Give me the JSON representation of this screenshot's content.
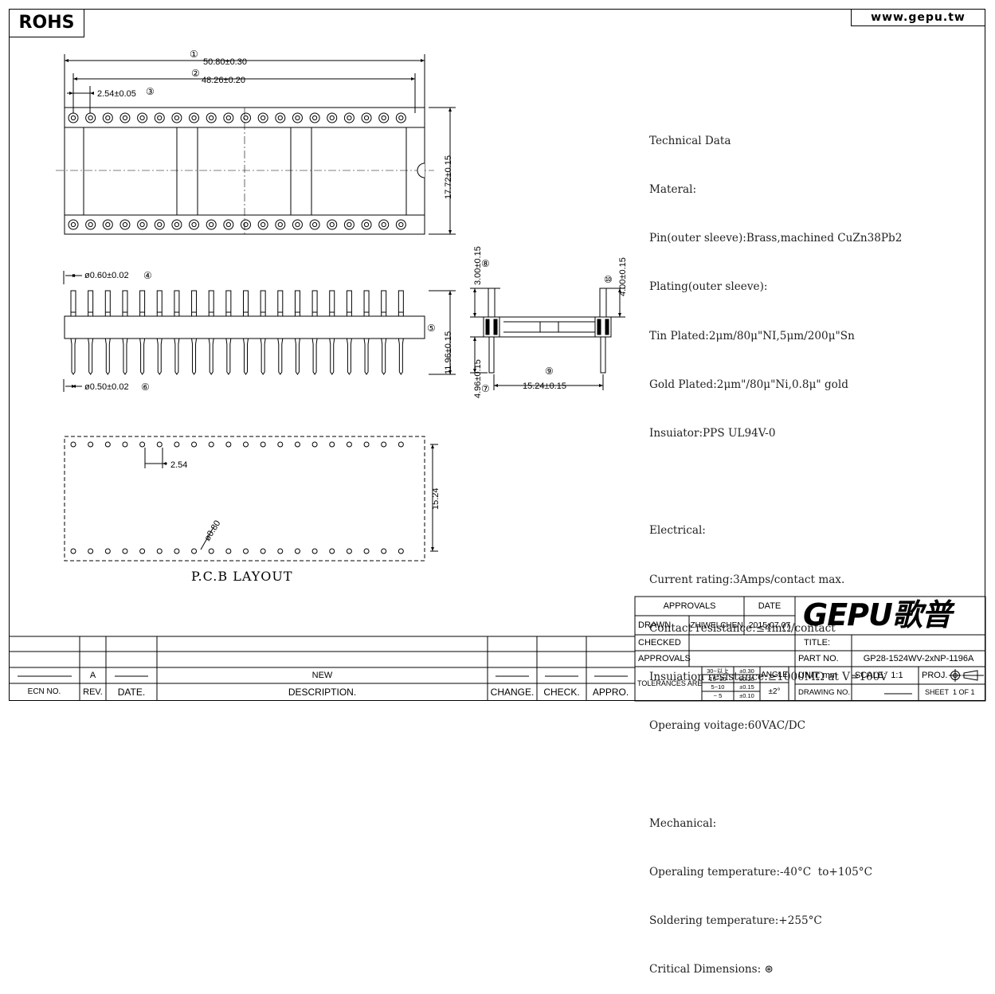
{
  "header": {
    "rohs": "ROHS",
    "website": "www.gepu.tw"
  },
  "dims": {
    "d1": "50.80±0.30",
    "d2": "48.26±0.20",
    "d3": "2.54±0.05",
    "height": "17.72±0.15",
    "d4": "ø0.60±0.02",
    "d6": "ø0.50±0.02",
    "d5": "11.96±0.15",
    "d8": "3.00±0.15",
    "d7": "4.96±0.15",
    "d9": "15.24±0.15",
    "d10": "4.00±0.15",
    "pcb_pitch": "2.54",
    "pcb_width": "15.24",
    "pcb_hole": "ø0.80"
  },
  "markers": {
    "m1": "①",
    "m2": "②",
    "m3": "③",
    "m4": "④",
    "m5": "⑤",
    "m6": "⑥",
    "m7": "⑦",
    "m8": "⑧",
    "m9": "⑨",
    "m10": "⑩"
  },
  "pcb_title": "P.C.B LAYOUT",
  "tech_data": {
    "line1": "Technical Data",
    "line2": "Materal:",
    "line3": "Pin(outer sleeve):Brass,machined CuZn38Pb2",
    "line4": "Plating(outer sleeve):",
    "line5": "Tin Plated:2μm/80μ\"NI,5μm/200μ\"Sn",
    "line6": "Gold Plated:2μm\"/80μ\"Ni,0.8μ\" gold",
    "line7": "Insuiator:PPS UL94V-0",
    "line8": "Electrical:",
    "line9": "Current rating:3Amps/contact max.",
    "line10": "Contact resistance:≤4mΩ/contact",
    "line11": "Insuiation resistance:≥1000MΩ at V=100V",
    "line12": "Operaing voitage:60VAC/DC",
    "line13": "Mechanical:",
    "line14": "Operaling temperature:-40°C  to+105°C",
    "line15": "Soldering temperature:+255°C",
    "line16": "Critical Dimensions:",
    "critical_mark": "⊛"
  },
  "title_block": {
    "approvals_head": "APPROVALS",
    "date_head": "DATE",
    "drawn_label": "DRAWN",
    "drawn_by": "ZHIWEI.CHEN",
    "drawn_date": "2015.07.07",
    "checked_label": "CHECKED",
    "approvals_label": "APPROVALS",
    "tolerances_label": "TOLERANCES ARE",
    "tol_ranges": [
      "30~以上",
      "10~30",
      "5~10",
      "~ 5"
    ],
    "tol_values": [
      "±0.30",
      "±0.20",
      "±0.15",
      "±0.10"
    ],
    "angle_label": "ANGLE",
    "angle_value": "±2°",
    "logo": "GEPU歌普",
    "title_label": "TITLE:",
    "part_no_label": "PART NO.",
    "part_no": "GP28-1524WV-2xNP-1196A",
    "unit_label": "UNIT:",
    "unit": "mm",
    "scale_label": "SCALE:",
    "scale": "1:1",
    "proj_label": "PROJ.",
    "sheet_label": "SHEET",
    "sheet": "1 OF 1",
    "drawing_no_label": "DRAWING NO.",
    "rev_value": "A",
    "new_desc": "NEW",
    "ecn_label": "ECN NO.",
    "rev_label": "REV.",
    "date_label": "DATE.",
    "desc_label": "DESCRIPTION.",
    "change_label": "CHANGE.",
    "check_label": "CHECK.",
    "appro_label": "APPRO."
  }
}
